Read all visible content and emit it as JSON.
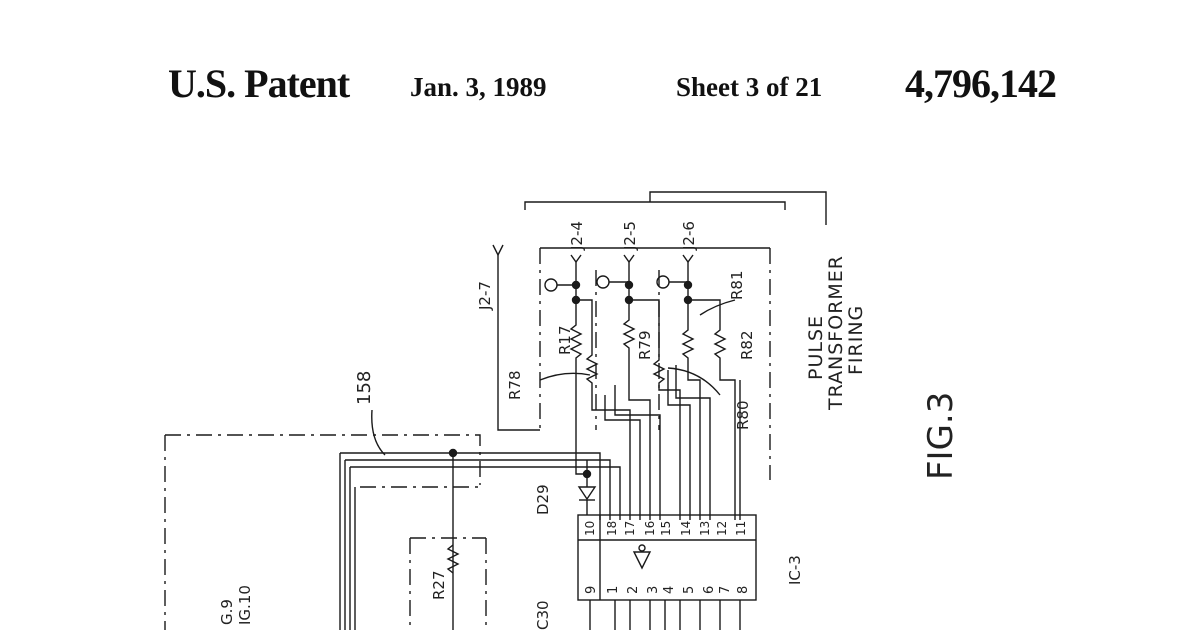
{
  "header": {
    "label": "U.S. Patent",
    "date": "Jan. 3, 1989",
    "sheet": "Sheet 3 of 21",
    "patent_number": "4,796,142"
  },
  "figure": {
    "title": "FIG.3",
    "block_label": [
      "PULSE",
      "TRANSFORMER",
      "FIRING"
    ],
    "connectors": [
      "J2-7",
      "J2-4",
      "J2-5",
      "J2-6"
    ],
    "resistors": [
      "R17",
      "R78",
      "R79",
      "R80",
      "R81",
      "R82",
      "R27"
    ],
    "diode": "D29",
    "capacitor": "C30",
    "ic": "IC-3",
    "ref_158": "158",
    "left_refs": [
      "G.9",
      "IG.10"
    ],
    "ic_top_pins": [
      "10",
      "18",
      "17",
      "16",
      "15",
      "14",
      "13",
      "12",
      "11"
    ],
    "ic_bottom_pins": [
      "9",
      "1",
      "2",
      "3",
      "4",
      "5",
      "6",
      "7",
      "8"
    ]
  }
}
